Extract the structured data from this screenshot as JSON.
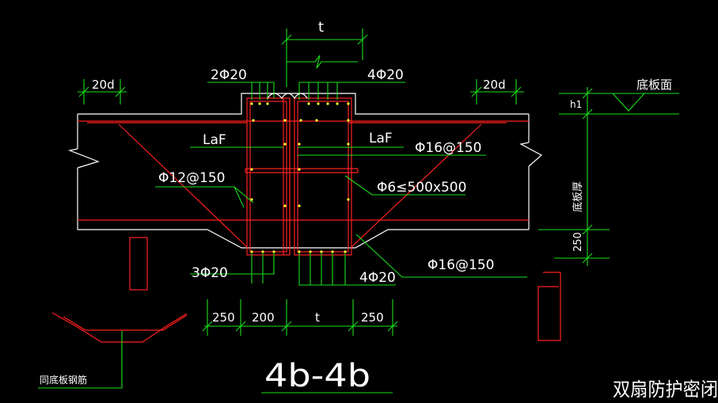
{
  "labels": {
    "dim_t_top": "t",
    "rebar_top_left": "2Φ20",
    "rebar_top_right": "4Φ20",
    "dim_20d_left": "20d",
    "dim_20d_right": "20d",
    "laf_left": "LaF",
    "laf_right": "LaF",
    "rebar_phi16_top": "Φ16@150",
    "rebar_phi12": "Φ12@150",
    "rebar_phi6": "Φ6≤500x500",
    "rebar_bottom_left": "3Φ20",
    "rebar_bottom_right": "4Φ20",
    "rebar_phi16_bottom": "Φ16@150",
    "dim_250_left": "250",
    "dim_200": "200",
    "dim_t_bottom": "t",
    "dim_250_right": "250",
    "section_title": "4b-4b",
    "slab_surface": "底板面",
    "h1": "h1",
    "slab_thickness": "底板厚",
    "dim_250_vertical": "250",
    "same_slab_rebar": "同底板钢筋",
    "door_title": "双扇防护密闭"
  },
  "colors": {
    "background": "#000000",
    "outline": "#ffffff",
    "dimension": "#19e019",
    "rebar": "#ff2020",
    "rebar_dots": "#ffff33"
  }
}
